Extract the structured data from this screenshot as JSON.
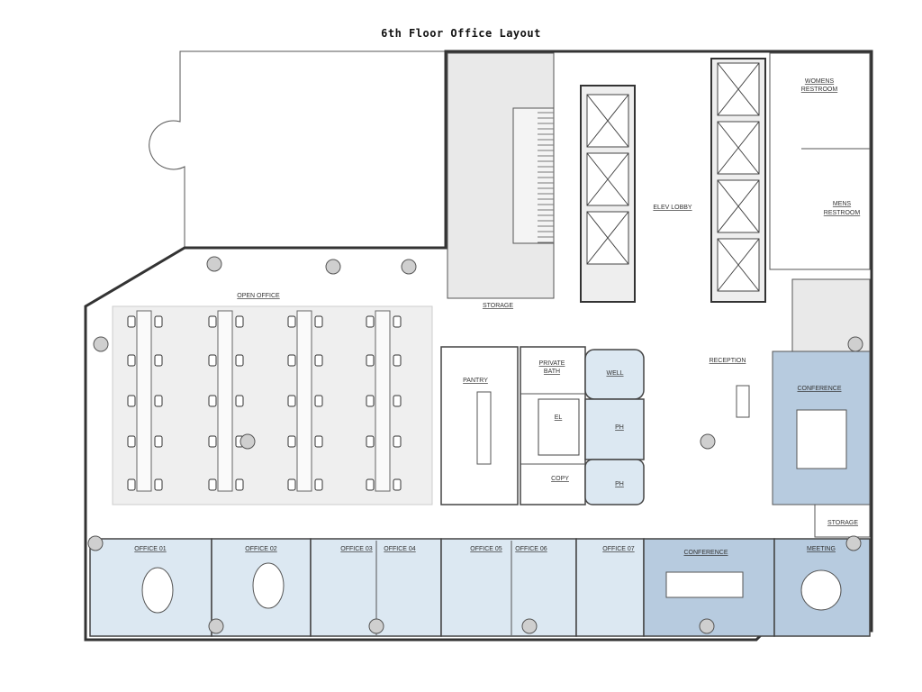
{
  "title": "6th Floor Office Layout",
  "colors": {
    "room_blue": "#dce8f2",
    "conference_blue": "#b7cbdf",
    "service_gray": "#e9e9e9",
    "wall": "#333333"
  },
  "rooms": {
    "open_office": "OPEN OFFICE",
    "storage_top": "STORAGE",
    "elev_lobby": "ELEV LOBBY",
    "womens_restroom_1": "WOMENS",
    "womens_restroom_2": "RESTROOM",
    "mens_restroom_1": "MENS",
    "mens_restroom_2": "RESTROOM",
    "reception": "RECEPTION",
    "conference_right": "CONFERENCE",
    "storage_right": "STORAGE",
    "pantry": "PANTRY",
    "private_bath_1": "PRIVATE",
    "private_bath_2": "BATH",
    "well": "WELL",
    "ph_1": "PH",
    "ph_2": "PH",
    "el": "EL",
    "copy": "COPY",
    "office_01": "OFFICE 01",
    "office_02": "OFFICE 02",
    "office_03": "OFFICE 03",
    "office_04": "OFFICE 04",
    "office_05": "OFFICE 05",
    "office_06": "OFFICE 06",
    "office_07": "OFFICE 07",
    "conference_bottom": "CONFERENCE",
    "meeting": "MEETING"
  }
}
